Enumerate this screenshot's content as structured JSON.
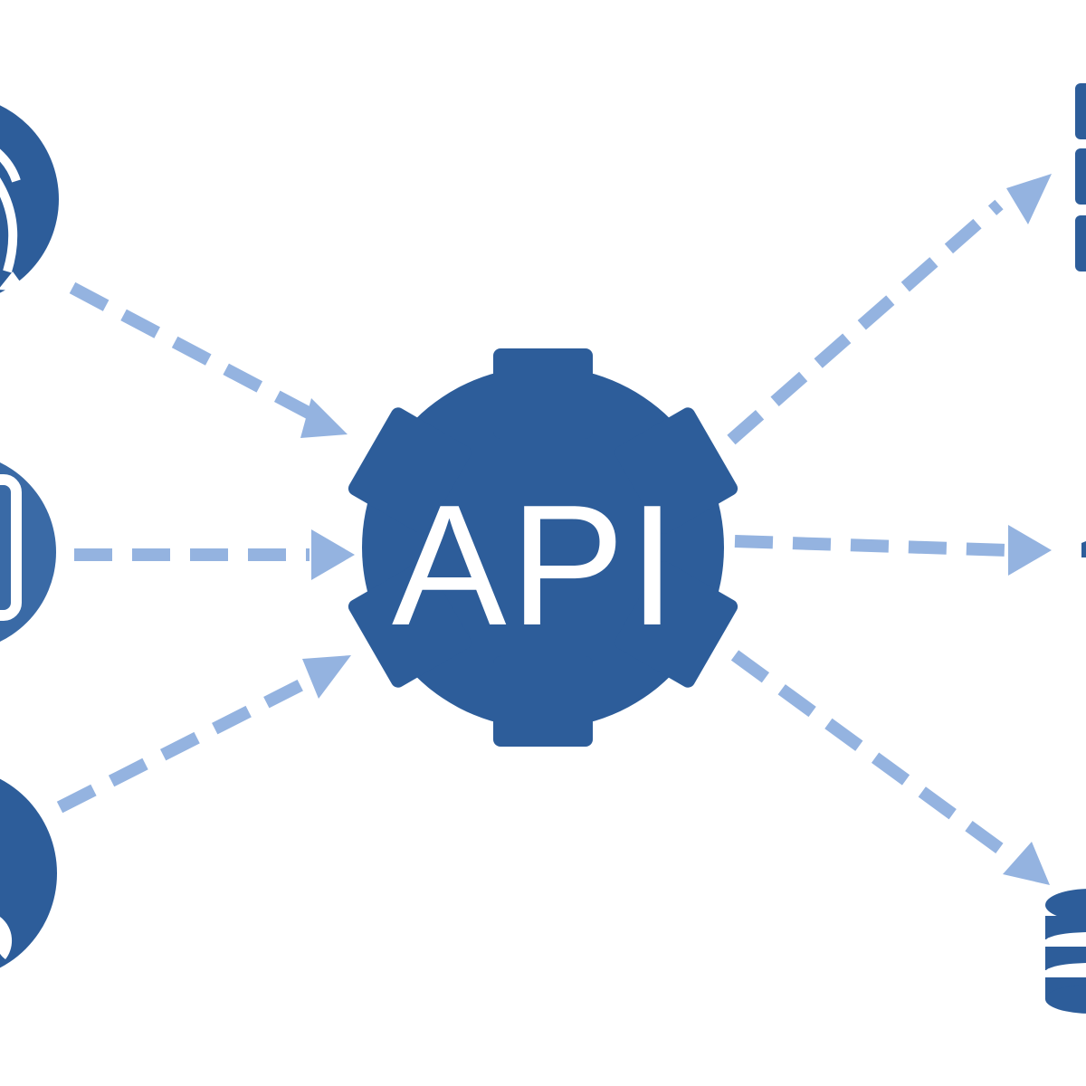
{
  "diagram": {
    "center_label": "API",
    "colors": {
      "primary": "#2d5d9a",
      "secondary": "#3a6aa6",
      "arrow": "#94b3e0",
      "icon_white": "#ffffff",
      "background": "#ffffff"
    },
    "left_nodes": [
      {
        "name": "client-top",
        "icon": "globe-icon"
      },
      {
        "name": "client-middle",
        "icon": "mobile-device-icon"
      },
      {
        "name": "client-bottom",
        "icon": "user-icon"
      }
    ],
    "right_nodes": [
      {
        "name": "server-top",
        "icon": "server-stack-icon"
      },
      {
        "name": "service-middle",
        "icon": "cloud-icon"
      },
      {
        "name": "database-bottom",
        "icon": "database-icon"
      }
    ]
  }
}
